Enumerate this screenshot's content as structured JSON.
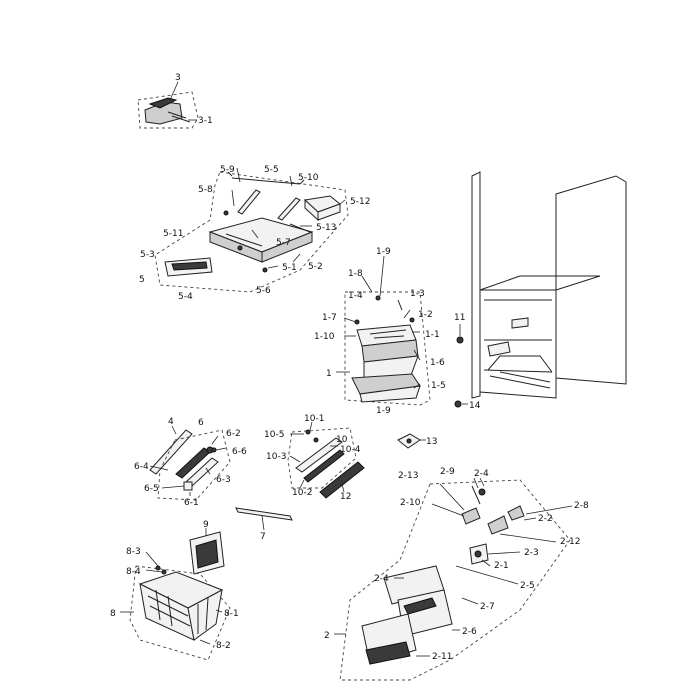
{
  "labels": {
    "l3": "3",
    "l3_1": "3-1",
    "l5_9": "5-9",
    "l5_5": "5-5",
    "l5_10": "5-10",
    "l5_8": "5-8",
    "l5_12": "5-12",
    "l5_13": "5-13",
    "l5_7": "5-7",
    "l5_11": "5-11",
    "l5_3": "5-3",
    "l5": "5",
    "l5_1": "5-1",
    "l5_2": "5-2",
    "l5_6": "5-6",
    "l5_4": "5-4",
    "l1_9a": "1-9",
    "l1_8": "1-8",
    "l1_4": "1-4",
    "l1_3": "1-3",
    "l1_2": "1-2",
    "l1_7": "1-7",
    "l1_1": "1-1",
    "l1_10": "1-10",
    "l1_6": "1-6",
    "l1": "1",
    "l1_5": "1-5",
    "l1_9b": "1-9",
    "l11": "11",
    "l14": "14",
    "l4": "4",
    "l6": "6",
    "l6_2": "6-2",
    "l6_6": "6-6",
    "l6_4": "6-4",
    "l6_3": "6-3",
    "l6_5": "6-5",
    "l6_1": "6-1",
    "l10": "10",
    "l10_1": "10-1",
    "l10_5": "10-5",
    "l10_4": "10-4",
    "l10_3": "10-3",
    "l10_2": "10-2",
    "l12": "12",
    "l13": "13",
    "l2_13": "2-13",
    "l2_9": "2-9",
    "l2_4a": "2-4",
    "l2_10": "2-10",
    "l2_8": "2-8",
    "l2_2": "2-2",
    "l2_12": "2-12",
    "l2_3": "2-3",
    "l2_1": "2-1",
    "l2_4b": "2-4",
    "l2_5": "2-5",
    "l2_7": "2-7",
    "l2_6": "2-6",
    "l2": "2",
    "l2_11": "2-11",
    "l7": "7",
    "l9": "9",
    "l8_3": "8-3",
    "l8_4": "8-4",
    "l8": "8",
    "l8_1": "8-1",
    "l8_2": "8-2"
  }
}
